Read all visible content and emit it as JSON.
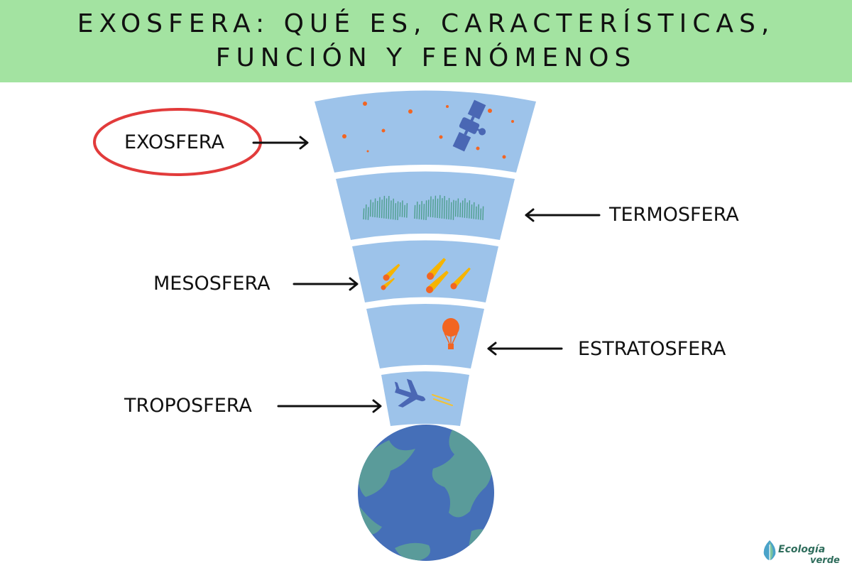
{
  "header": {
    "title_line1": "EXOSFERA: QUÉ ES, CARACTERÍSTICAS,",
    "title_line2": "FUNCIÓN Y FENÓMENOS"
  },
  "layers": {
    "exosfera": "EXOSFERA",
    "termosfera": "TERMOSFERA",
    "mesosfera": "MESOSFERA",
    "estratosfera": "ESTRATOSFERA",
    "troposfera": "TROPOSFERA"
  },
  "logo": {
    "word1": "Ecología",
    "word2": "verde"
  },
  "colors": {
    "header_bg": "#a3e3a1",
    "layer_fill": "#9dc3ea",
    "earth_ocean": "#456fb8",
    "earth_land": "#5a9b9a",
    "highlight_ring": "#e23b3b",
    "aurora": "#4d9e8c",
    "meteor": "#f6b400",
    "balloon": "#f26522",
    "dots": "#f26522",
    "craft": "#4a67b4"
  },
  "icons": [
    "satellite-icon",
    "aurora-icon",
    "meteor-icon",
    "balloon-icon",
    "airplane-icon",
    "earth-icon",
    "leaf-icon"
  ]
}
